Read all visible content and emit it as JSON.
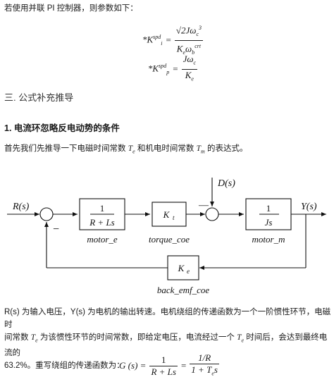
{
  "intro": {
    "text": "若使用并联 PI 控制器，则参数如下："
  },
  "formulas": {
    "ki": {
      "lhs": "*K",
      "lhs_sup": "spd",
      "lhs_sub": "i",
      "num": "√2Jω",
      "num_sub": "c",
      "num_sup": "3",
      "den": "K",
      "den_sub": "e",
      "den2": "ω",
      "den2_sub": "b",
      "den2_sup": "crt"
    },
    "kp": {
      "lhs": "*K",
      "lhs_sup": "spd",
      "lhs_sub": "p",
      "num": "Jω",
      "num_sub": "c",
      "den": "K",
      "den_sub": "e"
    }
  },
  "section": {
    "title": "三. 公式补充推导"
  },
  "subsection": {
    "title": "1. 电流环忽略反电动势的条件"
  },
  "para1": {
    "before": "首先我们先推导一下电磁时间常数 ",
    "te": "T",
    "te_sub": "e",
    "middle": " 和机电时间常数 ",
    "tm": "T",
    "tm_sub": "m",
    "after": " 的表达式。"
  },
  "diagram": {
    "input": "R(s)",
    "output": "Y(s)",
    "disturbance": "D(s)",
    "minus1": "−",
    "minus2": "—",
    "block1": {
      "num": "1",
      "den": "R + Ls",
      "label": "motor_e"
    },
    "block2": {
      "text": "K",
      "sub": "t",
      "label": "torque_coe"
    },
    "block3": {
      "num": "1",
      "den": "Js",
      "label": "motor_m"
    },
    "block4": {
      "text": "K",
      "sub": "e",
      "label": "back_emf_coe"
    }
  },
  "para2": {
    "line1": "R(s) 为输入电压，Y(s) 为电机的输出转速。电机绕组的传递函数为一个一阶惯性环节，电磁时",
    "line2a": "间常数 ",
    "line2b": " 为该惯性环节的时间常数，即给定电压，电流经过一个 ",
    "line2c": " 时间后，会达到最终电流的",
    "line3": "63.2%。重写绕组的传递函数为："
  },
  "g_formula": {
    "lhs": "G (s) =",
    "f1_num": "1",
    "f1_den": "R + Ls",
    "eq": "=",
    "f2_num": "1/R",
    "f2_den": "1 + T",
    "f2_den_sub": "e",
    "f2_den_end": "s"
  }
}
